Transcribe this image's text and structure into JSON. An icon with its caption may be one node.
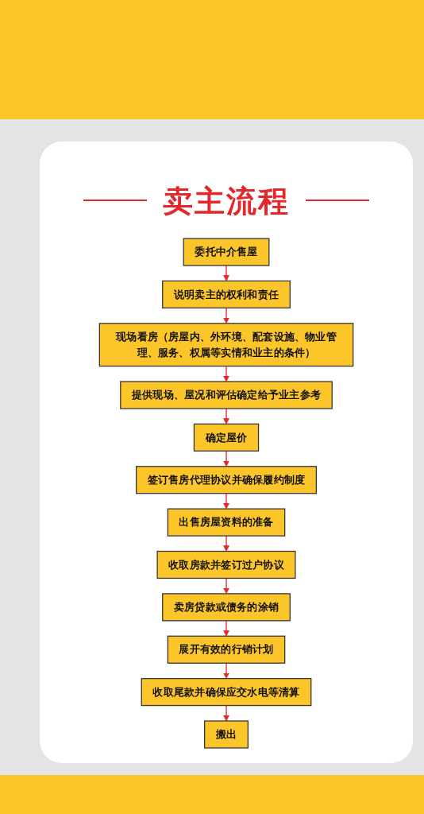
{
  "diagram": {
    "title": "卖主流程",
    "nodes": [
      {
        "text": [
          "委托中介售屋"
        ]
      },
      {
        "text": [
          "说明卖主的权利和责任"
        ]
      },
      {
        "text": [
          "现场看房（房屋内、外环境、配套设施、物业管理、服务、权属等实情和业主的条件）"
        ]
      },
      {
        "text": [
          "提供现场、屋况和评估确定给予业主参考"
        ]
      },
      {
        "text": [
          "确定屋价"
        ]
      },
      {
        "text": [
          "签订售房代理协议并确保履约制度"
        ]
      },
      {
        "text": [
          "出售房屋资料的准备"
        ]
      },
      {
        "text": [
          "收取房款并签订过户协议"
        ]
      },
      {
        "text": [
          "卖房贷款或债务的涂销"
        ]
      },
      {
        "text": [
          "展开有效的行销计划"
        ]
      },
      {
        "text": [
          "收取尾款并确保应交水电等清算"
        ]
      },
      {
        "text": [
          "搬出"
        ]
      }
    ],
    "edges": [
      {
        "from": 0,
        "to": 1,
        "arrow": "to"
      },
      {
        "from": 1,
        "to": 2,
        "arrow": "to"
      },
      {
        "from": 2,
        "to": 3,
        "arrow": "to"
      },
      {
        "from": 3,
        "to": 4,
        "arrow": "to"
      },
      {
        "from": 4,
        "to": 5,
        "arrow": "to"
      },
      {
        "from": 5,
        "to": 6,
        "arrow": "to"
      },
      {
        "from": 6,
        "to": 7,
        "arrow": "to"
      },
      {
        "from": 7,
        "to": 8,
        "arrow": "to"
      },
      {
        "from": 8,
        "to": 9,
        "arrow": "to"
      },
      {
        "from": 9,
        "to": 10,
        "arrow": "to"
      },
      {
        "from": 10,
        "to": 11,
        "arrow": "to"
      }
    ]
  }
}
